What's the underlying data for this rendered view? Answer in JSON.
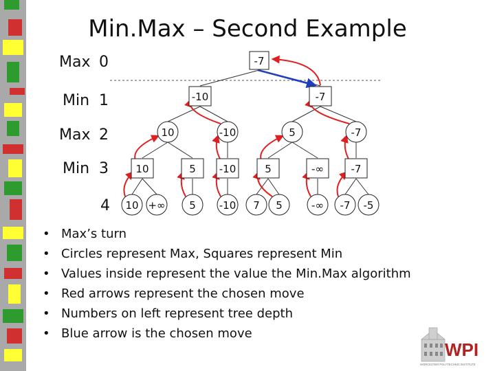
{
  "title": "Min.Max – Second Example",
  "levels": [
    {
      "label": "Max",
      "depth": "0"
    },
    {
      "label": "Min",
      "depth": "1"
    },
    {
      "label": "Max",
      "depth": "2"
    },
    {
      "label": "Min",
      "depth": "3"
    },
    {
      "label": "",
      "depth": "4"
    }
  ],
  "tree": {
    "root": {
      "value": "-7",
      "shape": "square"
    },
    "level1": [
      {
        "value": "-10",
        "shape": "square"
      },
      {
        "value": "-7",
        "shape": "square"
      }
    ],
    "level2": [
      {
        "value": "10",
        "shape": "circle"
      },
      {
        "value": "-10",
        "shape": "circle"
      },
      {
        "value": "5",
        "shape": "circle"
      },
      {
        "value": "-7",
        "shape": "circle"
      }
    ],
    "level3": [
      {
        "value": "10",
        "shape": "square"
      },
      {
        "value": "5",
        "shape": "square"
      },
      {
        "value": "-10",
        "shape": "square"
      },
      {
        "value": "5",
        "shape": "square"
      },
      {
        "value": "-∞",
        "shape": "square"
      },
      {
        "value": "-7",
        "shape": "square"
      }
    ],
    "level4": [
      {
        "value": "10",
        "shape": "circle"
      },
      {
        "value": "+∞",
        "shape": "circle"
      },
      {
        "value": "5",
        "shape": "circle"
      },
      {
        "value": "-10",
        "shape": "circle"
      },
      {
        "value": "7",
        "shape": "circle"
      },
      {
        "value": "5",
        "shape": "circle"
      },
      {
        "value": "-∞",
        "shape": "circle"
      },
      {
        "value": "-7",
        "shape": "circle"
      },
      {
        "value": "-5",
        "shape": "circle"
      }
    ],
    "chosen_arrow_color": "#1f3fbf",
    "backup_arrow_color": "#e02020"
  },
  "bullets": [
    "Max’s turn",
    "Circles represent Max, Squares represent Min",
    "Values inside represent the value the Min.Max algorithm",
    "Red arrows represent the chosen move",
    "Numbers on left represent tree depth",
    "Blue arrow is the chosen move"
  ],
  "logo": {
    "text": "WPI",
    "tagline": "WORCESTER POLYTECHNIC INSTITUTE"
  },
  "colors": {
    "sidebar_bg": "#a9a9a9",
    "sidebar_green": "#2e9b2e",
    "sidebar_yellow": "#ffff33",
    "sidebar_red": "#d03030",
    "wpi_red": "#b22222"
  }
}
